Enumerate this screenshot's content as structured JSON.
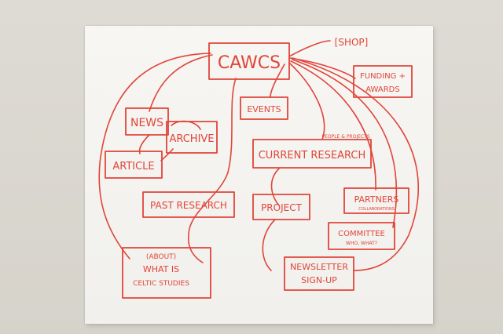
{
  "colors": {
    "marker": "#e0453a",
    "paper": "#f5f4f1",
    "wall": "#d9d6cf"
  },
  "nodes": {
    "cawcs": "CAWCS",
    "shop": "[SHOP]",
    "funding_line1": "FUNDING +",
    "funding_line2": "AWARDS",
    "news": "NEWS",
    "archive": "ARCHIVE",
    "article": "ARTICLE",
    "events": "EVENTS",
    "current_research_note": "PEOPLE & PROJECTS",
    "current_research": "CURRENT RESEARCH",
    "past_research": "PAST RESEARCH",
    "project": "PROJECT",
    "partners": "PARTNERS",
    "partners_note": "COLLABORATIONS",
    "committee": "COMMITTEE",
    "committee_note": "WHO, WHAT?",
    "celtic_line1": "(ABOUT)",
    "celtic_line2": "WHAT IS",
    "celtic_line3": "CELTIC STUDIES",
    "newsletter_line1": "NEWSLETTER",
    "newsletter_line2": "SIGN-UP"
  }
}
